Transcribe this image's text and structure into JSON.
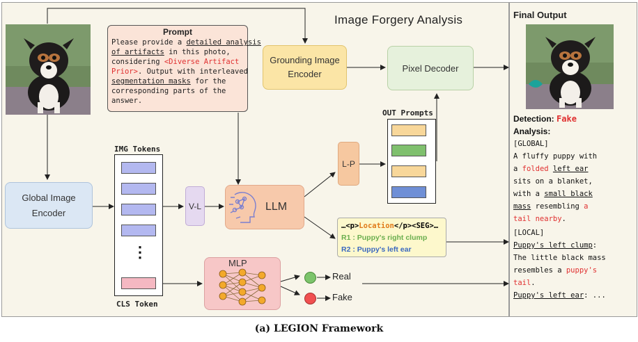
{
  "title": "Image Forgery Analysis",
  "caption": "(a) LEGION Framework",
  "prompt": {
    "heading": "Prompt",
    "line1": "Please provide a ",
    "line1_ul": "detailed analysis",
    "line2_ul": "of artifacts",
    "line2": " in this photo,",
    "line3": "considering ",
    "line3_red": "<Diverse Artifact",
    "line4_red": "Prior>",
    "line4": ". Output with interleaved",
    "line5_ul": "segmentation masks",
    "line5": " for the",
    "line6": "corresponding parts of the",
    "line7": "answer."
  },
  "blocks": {
    "grounding": "Grounding Image Encoder",
    "pixel_decoder": "Pixel Decoder",
    "global_encoder": "Global Image Encoder",
    "vl": "V-L",
    "llm": "LLM",
    "lp": "L-P",
    "mlp": "MLP"
  },
  "img_tokens_label": "IMG Tokens",
  "cls_token_label": "CLS Token",
  "ellipsis": "⋮",
  "out_prompts_label": "OUT Prompts",
  "location": {
    "prefix": "…<p>",
    "word": "Location",
    "suffix": "</p><SEG>…",
    "r1": "R1 : Puppy's right clump",
    "r2": "R2 : Puppy's left ear"
  },
  "classes": {
    "real": "Real",
    "fake": "Fake"
  },
  "final": {
    "heading": "Final Output",
    "detection_label": "Detection: ",
    "detection_value": "Fake",
    "analysis_label": "Analysis:",
    "global_tag": "[GLOBAL]",
    "g1": "A fluffy puppy with",
    "g2a": "a ",
    "g2_red": "folded",
    "g2b": " ",
    "g2_ul": "left ear",
    "g3": "sits on a blanket,",
    "g4a": "with a ",
    "g4_ul": "small black",
    "g5_ul": "mass",
    "g5a": " resembling ",
    "g5_red": "a",
    "g6_red": "tail nearby",
    "g6b": ".",
    "local_tag": "[LOCAL]",
    "l1_ul": "Puppy's left clump",
    "l1b": ":",
    "l2": "The little black mass",
    "l3a": "resembles a ",
    "l3_red": "puppy's",
    "l4_red": "tail",
    "l4b": ".",
    "l5_ul": "Puppy's left ear",
    "l5b": ": ..."
  },
  "colors": {
    "background": "#f8f5ea",
    "grounding": "#fbe5a6",
    "pixel_decoder": "#e6f1dc",
    "global_encoder": "#dbe7f4",
    "vl": "#e5d9f0",
    "llm": "#f7c9ab",
    "lp": "#f6c8a0",
    "mlp": "#f7c7c7",
    "token_purple": "#b3b8f0",
    "real_dot": "#7cc46b",
    "fake_dot": "#f05050",
    "accent_red": "#e03030"
  },
  "icons": [
    "dog-photo",
    "robot-head-icon",
    "neural-net-icon"
  ]
}
